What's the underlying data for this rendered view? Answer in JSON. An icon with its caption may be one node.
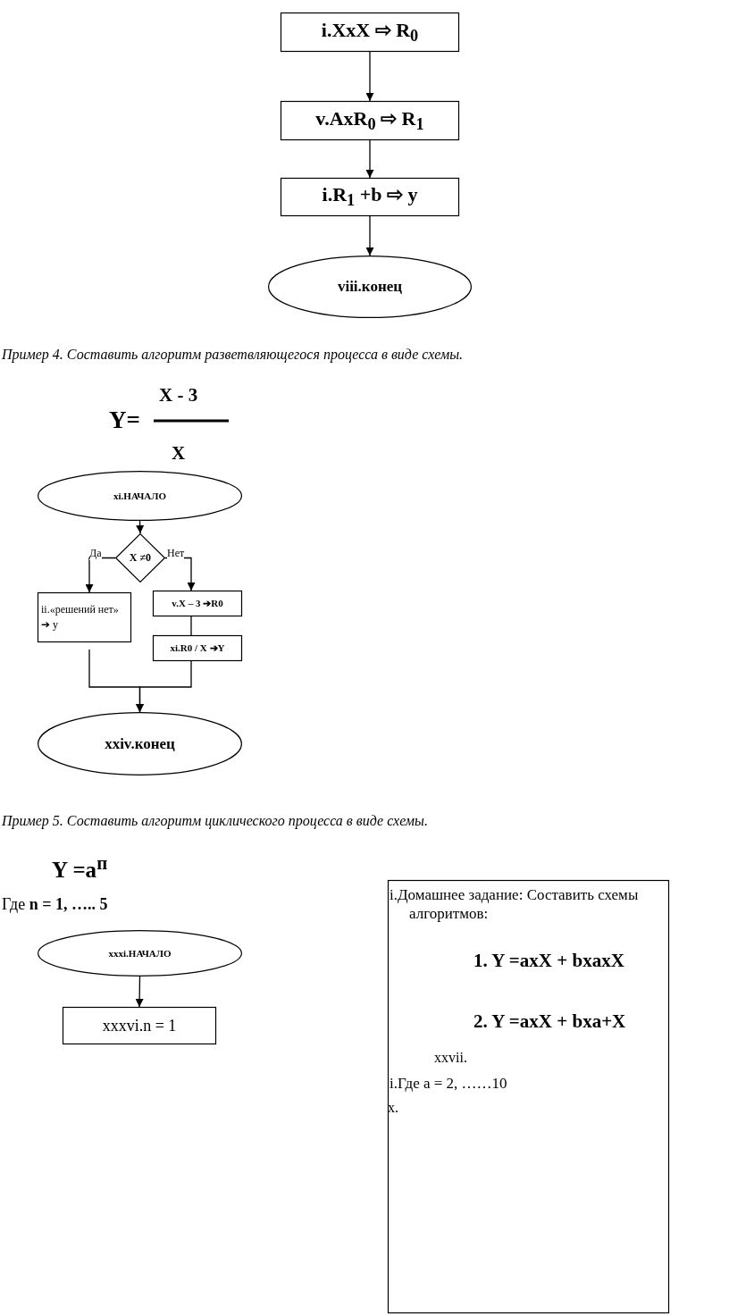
{
  "diagram": {
    "nodes": [
      {
        "text": [
          "i.XxX ⇨ R$_{0}$"
        ]
      },
      {
        "text": [
          "v.AxR$_{0}$ ⇨ R$_{1}$"
        ]
      },
      {
        "text": [
          "i.R$_{1}$ +b ⇨ y"
        ]
      },
      {
        "text": [
          "viii.конец"
        ]
      },
      {
        "text": [
          "xi.НАЧАЛО"
        ]
      },
      {
        "text": [
          "X ≠0"
        ]
      },
      {
        "text": [
          "ii.«решений нет» ➔ у"
        ]
      },
      {
        "text": [
          "v.X – 3 ➔R0"
        ]
      },
      {
        "text": [
          "xi.R0 / X ➔Y"
        ]
      },
      {
        "text": [
          "xxiv.конец"
        ]
      },
      {
        "text": [
          "xxxi.НАЧАЛО"
        ]
      },
      {
        "text": [
          "xxxvi.n = 1"
        ]
      },
      {
        "text": [
          "i.Домашнее задание:  Составить схемы алгоритмов:",
          "1.  Y =axX + bxaxX",
          "2.  Y =axX + bxa+X",
          "xxvii.",
          "i.Где a = 2, ……10",
          "x."
        ]
      }
    ],
    "edges": [
      {
        "from": 0,
        "to": 1,
        "arrow": "to"
      },
      {
        "from": 1,
        "to": 2,
        "arrow": "to"
      },
      {
        "from": 2,
        "to": 3,
        "arrow": "to"
      },
      {
        "from": 4,
        "to": 5,
        "arrow": "to"
      },
      {
        "from": 5,
        "to": 6,
        "arrow": "to",
        "label": "Да"
      },
      {
        "from": 5,
        "to": 7,
        "arrow": "to",
        "label": "Нет"
      },
      {
        "from": 7,
        "to": 8,
        "arrow": "none"
      },
      {
        "from": 6,
        "to": 9,
        "arrow": "to"
      },
      {
        "from": 8,
        "to": 9,
        "arrow": "to"
      },
      {
        "from": 10,
        "to": 11,
        "arrow": "to"
      }
    ],
    "labels": [
      "Пример 4.  Составить алгоритм разветвляющегося процесса в  виде схемы.",
      "X - 3",
      "Y=",
      "X",
      "Пример 5.  Составить алгоритм циклического процесса в  виде схемы.",
      "Y =a$^{п}$",
      "Где  **n = 1, ….. 5**"
    ]
  }
}
